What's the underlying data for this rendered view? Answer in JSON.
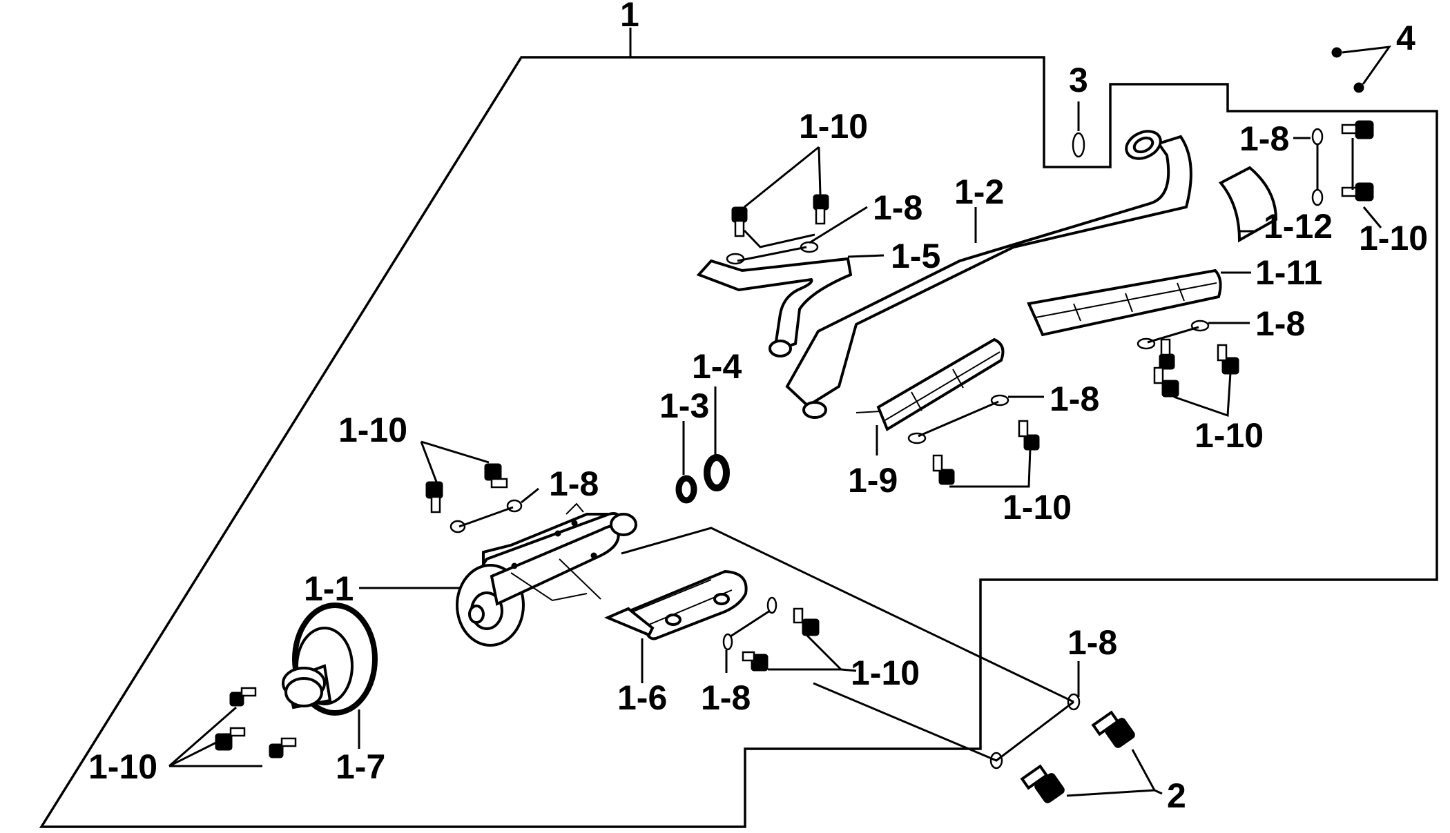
{
  "diagram": {
    "labels": {
      "assembly": "1",
      "gasket_top": "3",
      "clip_top": "4",
      "bolt_pair_right": "2",
      "washer_lower": "1-8",
      "muffler": "1-1",
      "exhaust_pipe": "1-2",
      "ring_small": "1-3",
      "ring_large": "1-4",
      "y_pipe": "1-5",
      "muffler_guard": "1-6",
      "end_cap": "1-7",
      "washer_top_left": "1-8",
      "washer_top_right": "1-8",
      "washer_right_mid": "1-8",
      "washer_center": "1-8",
      "washer_muffler": "1-8",
      "pipe_guard_front": "1-9",
      "bolts_top_left": "1-10",
      "bolts_top_right": "1-10",
      "bolts_right_mid": "1-10",
      "bolts_center": "1-10",
      "bolts_muffler": "1-10",
      "bolts_lower": "1-10",
      "bolts_end_cap": "1-10",
      "pipe_guard_rear": "1-11",
      "heat_shield_small": "1-12"
    }
  }
}
